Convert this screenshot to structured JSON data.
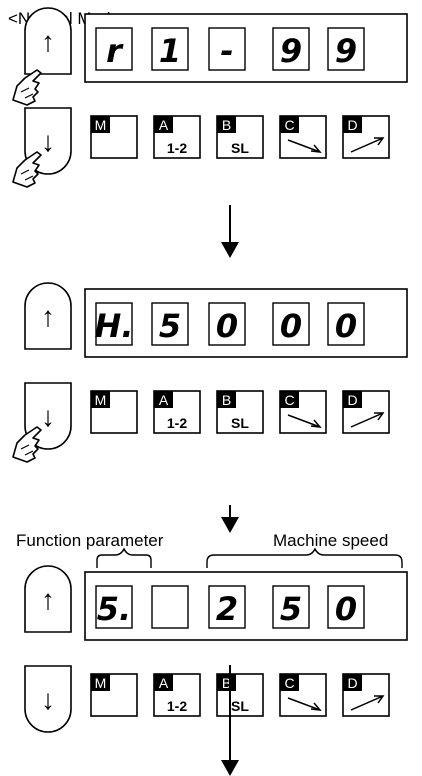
{
  "title": "<Normal Mode>",
  "up_symbol": "↑",
  "down_symbol": "↓",
  "annotations": {
    "function_parameter": "Function parameter",
    "machine_speed": "Machine speed"
  },
  "key_labels": {
    "m": "M",
    "a": "A",
    "a_sub": "1-2",
    "b": "B",
    "b_sub": "SL",
    "c": "C",
    "d": "D"
  },
  "panels": [
    {
      "digits": [
        "r",
        "1",
        "-",
        "9",
        "9"
      ],
      "press_up": true,
      "press_down": true
    },
    {
      "digits": [
        "H.",
        "5",
        "0",
        "0",
        "0"
      ],
      "press_up": false,
      "press_down": true
    },
    {
      "digits": [
        "5.",
        "",
        "2",
        "5",
        "0"
      ],
      "press_up": false,
      "press_down": false
    }
  ],
  "icons": [
    "up-arrow-icon",
    "down-arrow-icon",
    "pointing-hand-icon",
    "down-flow-arrow-icon"
  ]
}
